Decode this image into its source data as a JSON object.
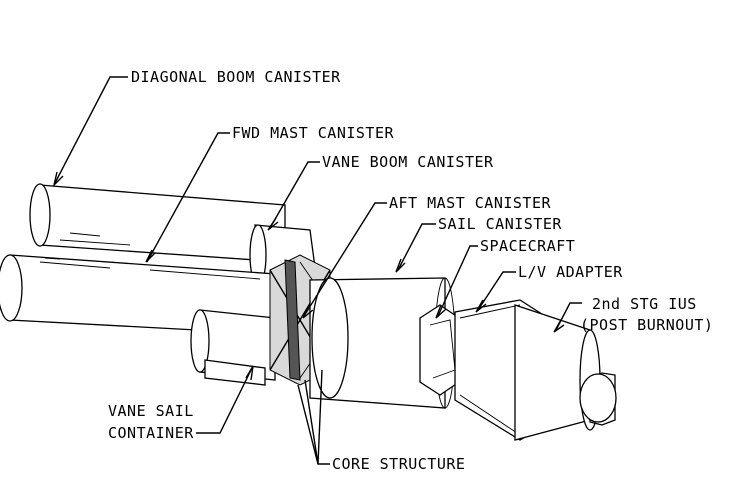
{
  "labels": {
    "diagonal_boom": "DIAGONAL BOOM CANISTER",
    "fwd_mast": "FWD MAST CANISTER",
    "vane_boom": "VANE BOOM CANISTER",
    "aft_mast": "AFT MAST CANISTER",
    "sail_canister": "SAIL CANISTER",
    "spacecraft": "SPACECRAFT",
    "lv_adapter": "L/V ADAPTER",
    "second_stage_line1": "2nd STG IUS",
    "second_stage_line2": "(POST BURNOUT)",
    "vane_sail_line1": "VANE SAIL",
    "vane_sail_line2": "CONTAINER",
    "core_structure": "CORE STRUCTURE"
  }
}
